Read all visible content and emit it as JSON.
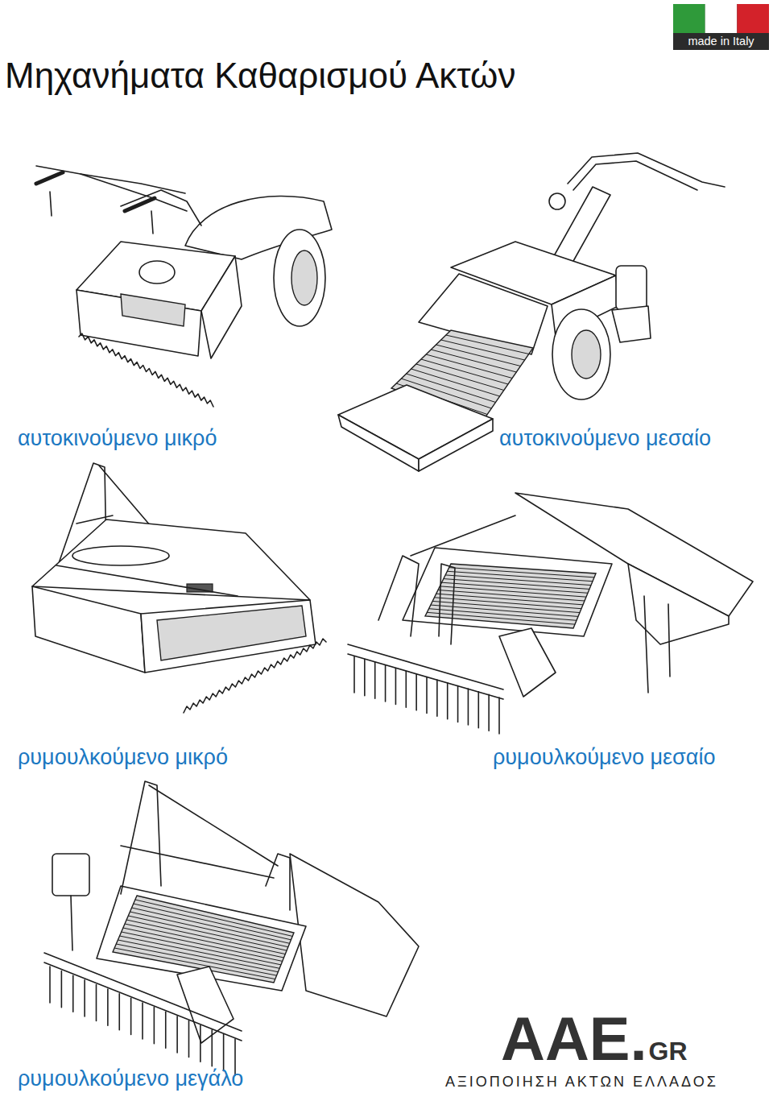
{
  "diagram": {
    "title": "Μηχανήματα Καθαρισμού Ακτών",
    "nodes": [
      {
        "text": [
          "made in Italy"
        ]
      }
    ],
    "labels": [
      "αυτοκινούμενο μικρό",
      "αυτοκινούμενο μεσαίο",
      "ρυμουλκούμενο μικρό",
      "ρυμουλκούμενο μεσαίο",
      "ρυμουλκούμενο μεγάλο",
      "AAE.",
      "GR",
      "ΑΞΙΟΠΟΙΗΣΗ ΑΚΤΩΝ ΕΛΛΑΔΟΣ"
    ]
  }
}
